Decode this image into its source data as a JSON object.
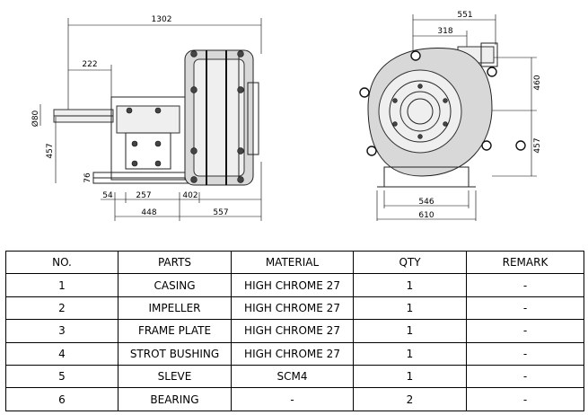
{
  "drawing": {
    "side_view_dimensions": [
      "1302",
      "222",
      "Ø80",
      "457",
      "76",
      "54",
      "257",
      "402",
      "448",
      "557"
    ],
    "front_view_dimensions": [
      "551",
      "318",
      "460",
      "457",
      "546",
      "610"
    ]
  },
  "table": {
    "headers": [
      "NO.",
      "PARTS",
      "MATERIAL",
      "QTY",
      "REMARK"
    ],
    "rows": [
      [
        "1",
        "CASING",
        "HIGH CHROME 27",
        "1",
        "-"
      ],
      [
        "2",
        "IMPELLER",
        "HIGH CHROME 27",
        "1",
        "-"
      ],
      [
        "3",
        "FRAME PLATE",
        "HIGH CHROME 27",
        "1",
        "-"
      ],
      [
        "4",
        "STROT BUSHING",
        "HIGH CHROME 27",
        "1",
        "-"
      ],
      [
        "5",
        "SLEVE",
        "SCM4",
        "1",
        "-"
      ],
      [
        "6",
        "BEARING",
        "-",
        "2",
        "-"
      ]
    ]
  }
}
